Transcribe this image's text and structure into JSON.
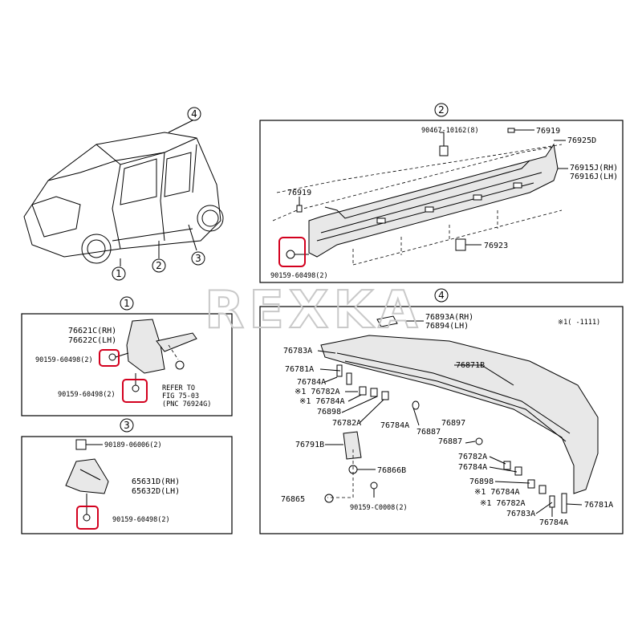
{
  "callouts": {
    "c1": "1",
    "c2": "2",
    "c3": "3",
    "c4": "4"
  },
  "watermark": "REXKA",
  "panel2": {
    "labels": {
      "p90467": "90467-10162(8)",
      "p76919a": "76919",
      "p76925d": "76925D",
      "p76915j": "76915J(RH)",
      "p76916j": "76916J(LH)",
      "p76919b": "76919",
      "p76923": "76923",
      "p90159": "90159-60498(2)"
    }
  },
  "panel1": {
    "labels": {
      "p76621c": "76621C(RH)",
      "p76622c": "76622C(LH)",
      "p90159a": "90159-60498(2)",
      "p90159b": "90159-60498(2)",
      "refer1": "REFER TO",
      "refer2": "FIG 75-03",
      "refer3": "(PNC 76924G)"
    }
  },
  "panel3": {
    "labels": {
      "p90189": "90189-06006(2)",
      "p65631d": "65631D(RH)",
      "p65632d": "65632D(LH)",
      "p90159": "90159-60498(2)"
    }
  },
  "panel4": {
    "labels": {
      "note": "※1(   -1111)",
      "p76893a": "76893A(RH)",
      "p76894": "76894(LH)",
      "p76783a_t": "76783A",
      "p76781a_l": "76781A",
      "p76871b": "76871B",
      "p76784a_1": "76784A",
      "p76782a_n1": "※1 76782A",
      "p76784a_n1": "※1 76784A",
      "p76898_l": "76898",
      "p76782a_l": "76782A",
      "p76784a_2": "76784A",
      "p76897": "76897",
      "p76887_a": "76887",
      "p76887_b": "76887",
      "p76791b": "76791B",
      "p76866b": "76866B",
      "p76865": "76865",
      "p90159c": "90159-C0008(2)",
      "p76782a_r": "76782A",
      "p76784a_r": "76784A",
      "p76898_r": "76898",
      "p76784a_n2": "※1 76784A",
      "p76782a_n2": "※1 76782A",
      "p76783a_b": "76783A",
      "p76781a_r": "76781A",
      "p76784a_b": "76784A"
    }
  }
}
